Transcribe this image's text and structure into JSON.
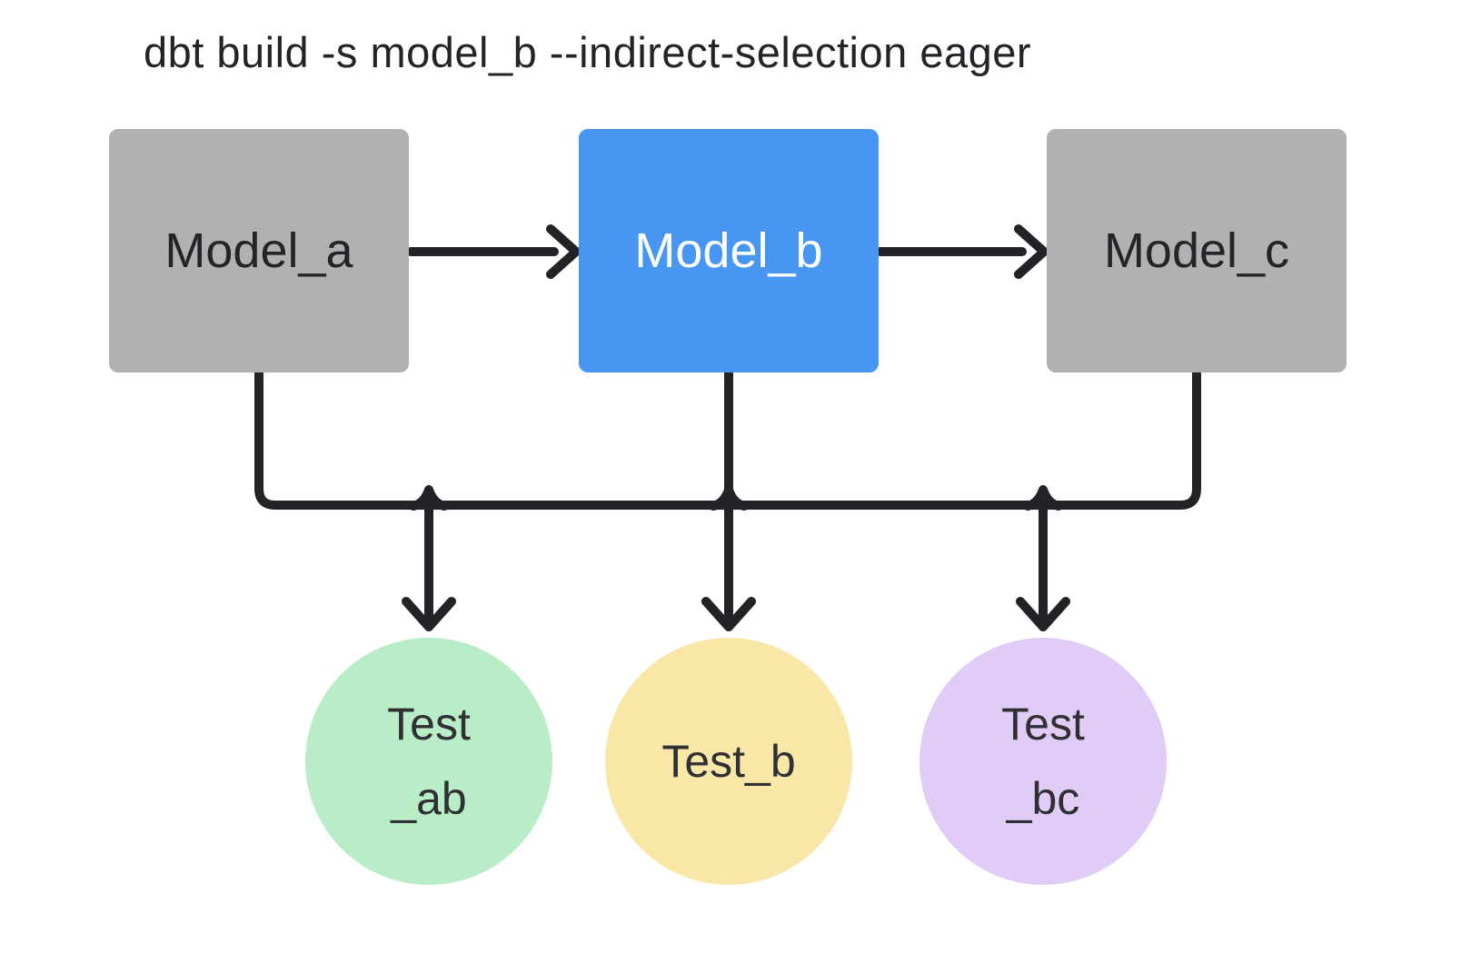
{
  "title": "dbt build -s model_b --indirect-selection eager",
  "colors": {
    "model_gray": "#b1b1b1",
    "model_blue": "#4796f2",
    "test_ab_bg": "#b9edc7",
    "test_b_bg": "#f8e7a7",
    "test_bc_bg": "#e1ccf7",
    "line": "#212327",
    "text_dark": "#222428",
    "text_light": "#ffffff",
    "bg": "#ffffff"
  },
  "nodes": {
    "models": [
      {
        "id": "model_a",
        "label": "Model_a",
        "selected": false
      },
      {
        "id": "model_b",
        "label": "Model_b",
        "selected": true
      },
      {
        "id": "model_c",
        "label": "Model_c",
        "selected": false
      }
    ],
    "tests": [
      {
        "id": "test_ab",
        "line1": "Test",
        "line2": "_ab"
      },
      {
        "id": "test_b",
        "line1": "Test_b",
        "line2": ""
      },
      {
        "id": "test_bc",
        "line1": "Test",
        "line2": "_bc"
      }
    ]
  },
  "edges": [
    {
      "from": "model_a",
      "to": "model_b"
    },
    {
      "from": "model_b",
      "to": "model_c"
    },
    {
      "from": "model_a",
      "to": "test_ab"
    },
    {
      "from": "model_b",
      "to": "test_ab"
    },
    {
      "from": "model_b",
      "to": "test_b"
    },
    {
      "from": "model_b",
      "to": "test_bc"
    },
    {
      "from": "model_c",
      "to": "test_bc"
    }
  ]
}
